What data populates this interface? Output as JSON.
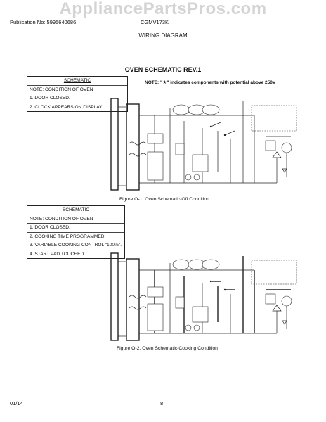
{
  "watermark": "AppliancePartsPros.com",
  "header": {
    "publication": "Publication No: 5995640686",
    "model": "CGMV173K",
    "title": "WIRING DIAGRAM"
  },
  "schematic_title": "OVEN SCHEMATIC REV.1",
  "note": {
    "prefix": "NOTE: \"",
    "star": "★",
    "suffix": "\" indicates components with potential above 250V"
  },
  "figure1": {
    "table": {
      "header": "SCHEMATIC",
      "rows": [
        "NOTE: CONDITION OF OVEN",
        "1. DOOR CLOSED.",
        "2. CLOCK APPEARS ON DISPLAY"
      ]
    },
    "caption": "Figure O-1. Oven Schematic-Off Condition"
  },
  "figure2": {
    "table": {
      "header": "SCHEMATIC",
      "rows": [
        "NOTE: CONDITION OF OVEN",
        "1. DOOR CLOSED.",
        "2. COOKING TIME PROGRAMMED.",
        "3. VARIABLE COOKING CONTROL \"100%\".",
        "4. START PAD TOUCHED."
      ]
    },
    "caption": "Figure O-2. Oven Schematic-Cooking Condition"
  },
  "footer": {
    "date": "01/14",
    "page": "8"
  }
}
